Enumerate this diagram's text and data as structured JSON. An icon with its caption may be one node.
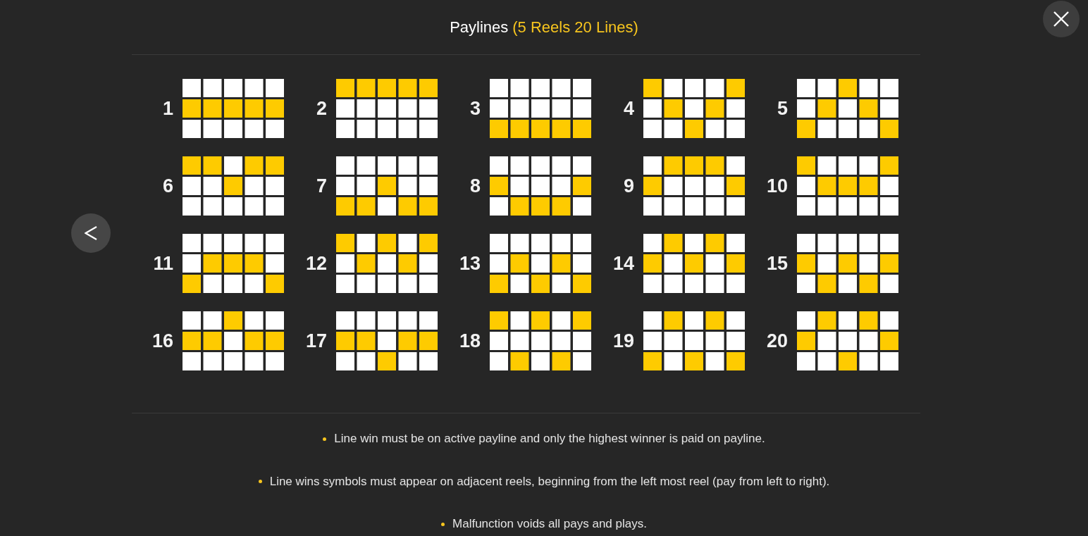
{
  "diagram": {
    "title": "Paylines",
    "nodes": [
      {
        "text": [],
        "shape": "grid",
        "beside": [
          "1"
        ]
      },
      {
        "text": [],
        "shape": "grid",
        "beside": [
          "2"
        ]
      },
      {
        "text": [],
        "shape": "grid",
        "beside": [
          "3"
        ]
      },
      {
        "text": [],
        "shape": "grid",
        "beside": [
          "4"
        ]
      },
      {
        "text": [],
        "shape": "grid",
        "beside": [
          "5"
        ]
      },
      {
        "text": [],
        "shape": "grid",
        "beside": [
          "6"
        ]
      },
      {
        "text": [],
        "shape": "grid",
        "beside": [
          "7"
        ]
      },
      {
        "text": [],
        "shape": "grid",
        "beside": [
          "8"
        ]
      },
      {
        "text": [],
        "shape": "grid",
        "beside": [
          "9"
        ]
      },
      {
        "text": [],
        "shape": "grid",
        "beside": [
          "10"
        ]
      },
      {
        "text": [],
        "shape": "grid",
        "beside": [
          "11"
        ]
      },
      {
        "text": [],
        "shape": "grid",
        "beside": [
          "12"
        ]
      },
      {
        "text": [],
        "shape": "grid",
        "beside": [
          "13"
        ]
      },
      {
        "text": [],
        "shape": "grid",
        "beside": [
          "14"
        ]
      },
      {
        "text": [],
        "shape": "grid",
        "beside": [
          "15"
        ]
      },
      {
        "text": [],
        "shape": "grid",
        "beside": [
          "16"
        ]
      },
      {
        "text": [],
        "shape": "grid",
        "beside": [
          "17"
        ]
      },
      {
        "text": [],
        "shape": "grid",
        "beside": [
          "18"
        ]
      },
      {
        "text": [],
        "shape": "grid",
        "beside": [
          "19"
        ]
      },
      {
        "text": [],
        "shape": "grid",
        "beside": [
          "20"
        ]
      }
    ],
    "labels": [
      "(5 Reels 20 Lines)",
      "Line win must be on active payline and only the highest winner is paid on payline.",
      "Line wins symbols must appear on adjacent reels, beginning from the left most reel (pay from left to right).",
      "Malfunction voids all pays and plays."
    ]
  }
}
